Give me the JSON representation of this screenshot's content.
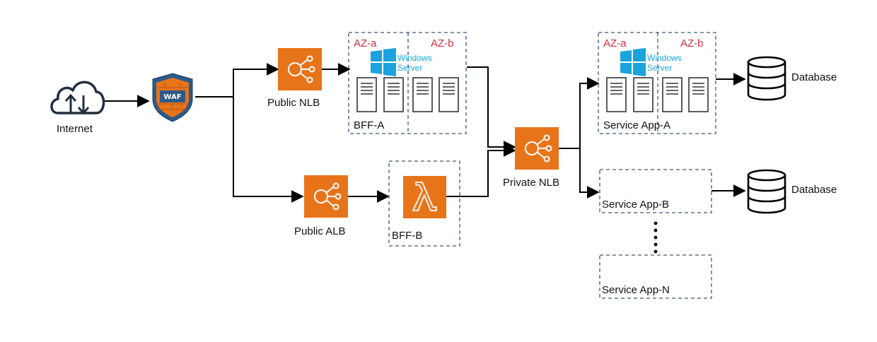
{
  "nodes": {
    "internet": "Internet",
    "waf": "WAF",
    "public_nlb": "Public NLB",
    "public_alb": "Public ALB",
    "private_nlb": "Private NLB",
    "database_a": "Database",
    "database_b": "Database"
  },
  "groups": {
    "bff_a": {
      "label": "BFF-A",
      "az_a": "AZ-a",
      "az_b": "AZ-b",
      "os_line1": "Windows",
      "os_line2": "Server"
    },
    "bff_b": {
      "label": "BFF-B"
    },
    "service_a": {
      "label": "Service App-A",
      "az_a": "AZ-a",
      "az_b": "AZ-b",
      "os_line1": "Windows",
      "os_line2": "Server"
    },
    "service_b": {
      "label": "Service App-B"
    },
    "service_n": {
      "label": "Service App-N"
    }
  },
  "colors": {
    "aws_orange": "#e8741a",
    "az_label": "#d22d3d",
    "windows_blue": "#1aa3dc",
    "dashed_border": "#3f5878",
    "waf_shield": "#2e5a88",
    "waf_brick": "#e8741a"
  },
  "icons": {
    "internet": "cloud-upload-download-icon",
    "waf": "waf-shield-icon",
    "load_balancer": "elastic-load-balancer-icon",
    "lambda": "lambda-icon",
    "windows": "windows-logo-icon",
    "server": "server-icon",
    "database": "database-icon"
  }
}
